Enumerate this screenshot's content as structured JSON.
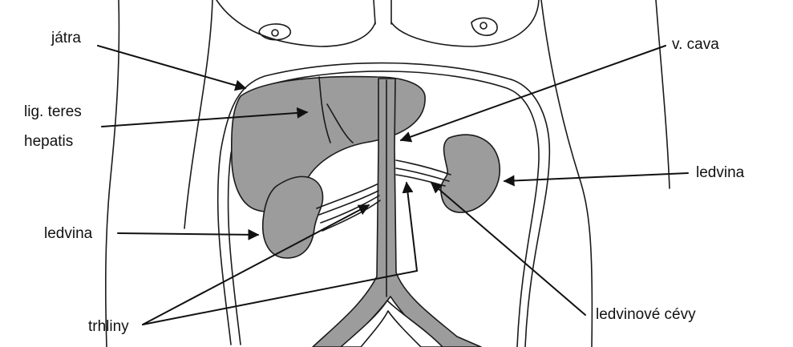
{
  "labels": {
    "jatra": "játra",
    "lig_teres_line1": "lig. teres",
    "lig_teres_line2": "hepatis",
    "ledvina_left": "ledvina",
    "trhliny": "trhliny",
    "v_cava": "v. cava",
    "ledvina_right": "ledvina",
    "ledvinove_cevy": "ledvinové cévy"
  },
  "colors": {
    "organ_fill": "#9c9c9c",
    "outline": "#1a1a1a",
    "background": "#ffffff"
  }
}
